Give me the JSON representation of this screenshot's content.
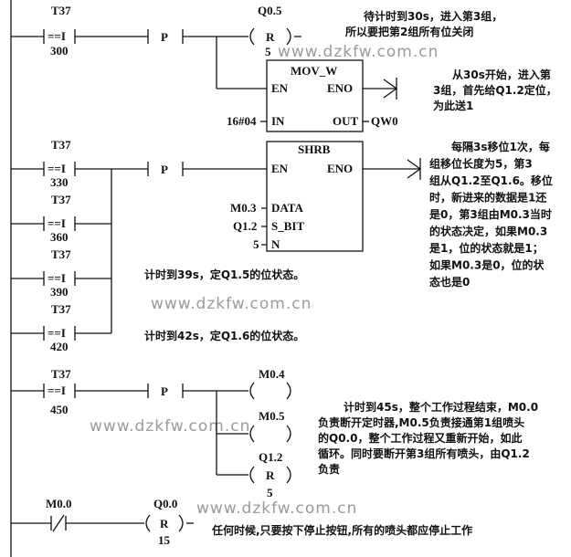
{
  "rung1": {
    "contact_label": "T37",
    "contact_op": "==I",
    "contact_value": "300",
    "pulse": "P",
    "coil_label": "Q0.5",
    "coil_type": "R",
    "coil_count": "5",
    "block_title": "MOV_W",
    "en": "EN",
    "eno": "ENO",
    "in_pin": "IN",
    "out_pin": "OUT",
    "in_value": "16#04",
    "out_value": "QW0",
    "note1": [
      "待计时到30s，进入第3组，",
      "所以要把第2组所有位关闭"
    ],
    "note2": [
      "从30s开始，进入第",
      "3组，首先给Q1.2定位，",
      "为此送1"
    ]
  },
  "rung2": {
    "contacts": [
      {
        "label": "T37",
        "op": "==I",
        "value": "330"
      },
      {
        "label": "T37",
        "op": "==I",
        "value": "360"
      },
      {
        "label": "T37",
        "op": "==I",
        "value": "390"
      },
      {
        "label": "T37",
        "op": "==I",
        "value": "420"
      }
    ],
    "pulse": "P",
    "block_title": "SHRB",
    "en": "EN",
    "eno": "ENO",
    "data_pin": "DATA",
    "data_value": "M0.3",
    "sbit_pin": "S_BIT",
    "sbit_value": "Q1.2",
    "n_pin": "N",
    "n_value": "5",
    "note": [
      "每隔3s移位1次，每",
      "组移位长度为5，第3",
      "组从Q1.2至Q1.6。移位",
      "时，新进来的数据是1还",
      "是0，第3组由M0.3当时",
      "的状态决定，如果M0.3",
      "是1，位的状态就是1；",
      "如果M0.3是0，位的状",
      "态也是0"
    ],
    "note_39": "计时到39s，定Q1.5的位状态。",
    "note_42": "计时到42s，定Q1.6的位状态。"
  },
  "rung3": {
    "contact_label": "T37",
    "contact_op": "==I",
    "contact_value": "450",
    "pulse": "P",
    "coil1_label": "M0.4",
    "coil2_label": "M0.5",
    "coil3_label": "Q1.2",
    "coil3_type": "R",
    "coil3_count": "5",
    "note": [
      "计时到45s，整个工作过程结束，M0.0",
      "负责断开定时器,M0.5负责接通第1组喷头",
      "的Q0.0，整个工作过程又重新开始，如此",
      "循环。同时要断开第3组所有喷头，由Q1.2",
      "负责"
    ]
  },
  "rung4": {
    "contact_label": "M0.0",
    "coil_label": "Q0.0",
    "coil_type": "R",
    "coil_count": "15",
    "note": "任何时候,只要按下停止按钮,所有的喷头都应停止工作"
  },
  "watermark": "www.dzkfw.com.cn"
}
